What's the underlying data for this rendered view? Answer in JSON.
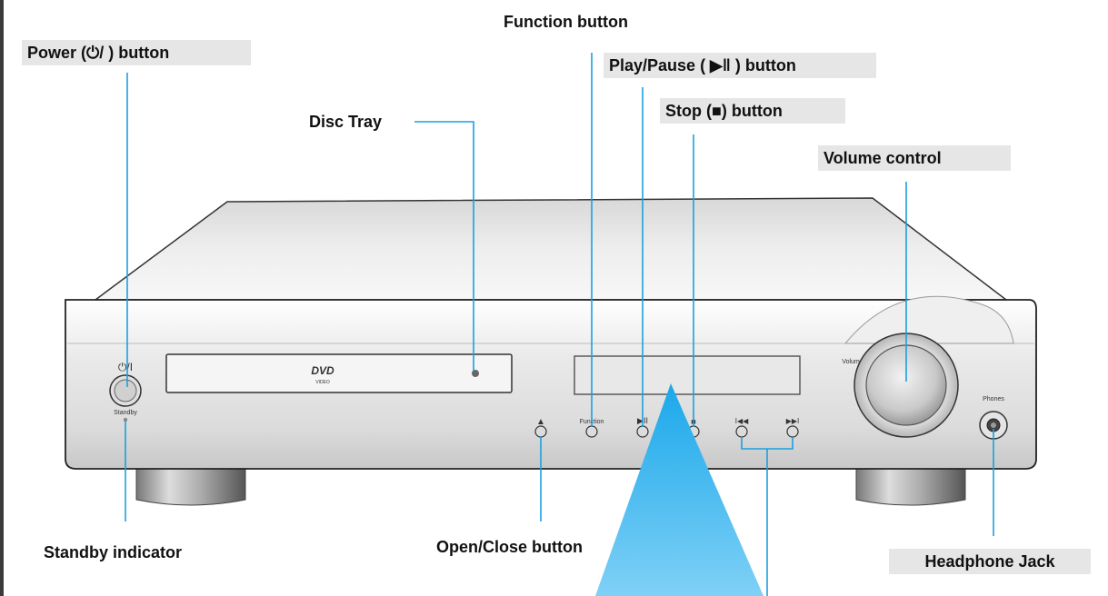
{
  "callouts": {
    "power": "Power (⏻/ ) button",
    "function": "Function button",
    "play_pause": "Play/Pause ( ▶‖ ) button",
    "stop": "Stop (■) button",
    "disc_tray": "Disc Tray",
    "volume_control": "Volume control",
    "standby_indicator": "Standby indicator",
    "open_close": "Open/Close button",
    "headphone_jack": "Headphone Jack"
  },
  "device_labels": {
    "power_symbol": "⏻/I",
    "standby": "Standby",
    "dvd_logo": "DVD",
    "dvd_sub": "VIDEO",
    "eject_symbol": "▲",
    "function": "Function",
    "play_pause_symbol": "▶II",
    "stop_symbol": "■",
    "prev_symbol": "I◀◀",
    "next_symbol": "▶▶I",
    "volume": "Volume",
    "phones": "Phones"
  },
  "colors": {
    "leader_line": "#1aa0e0",
    "beam": "#2fb4ee",
    "label_box": "#e6e6e6"
  }
}
